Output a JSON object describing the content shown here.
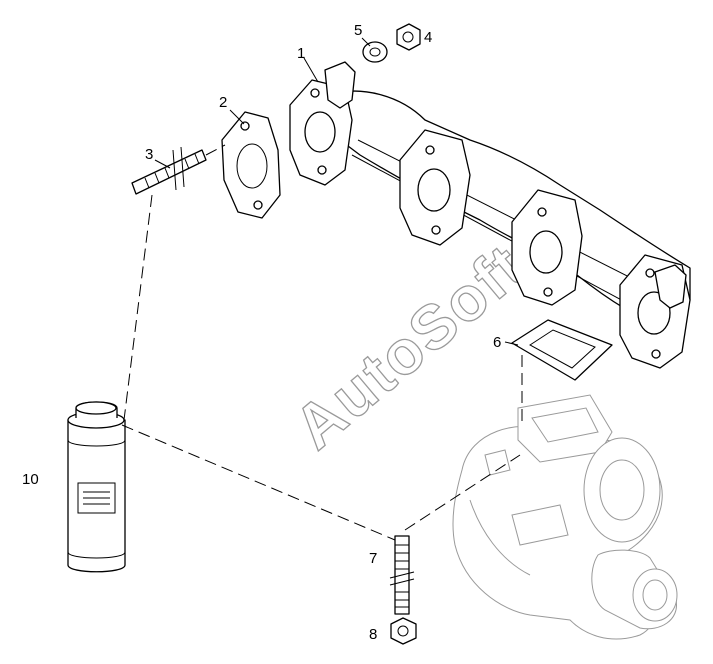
{
  "watermark": "AutoSoft",
  "callouts": [
    "1",
    "2",
    "3",
    "4",
    "5",
    "6",
    "7",
    "8",
    "10"
  ],
  "colors": {
    "line": "#000000",
    "ghost": "#9a9a9a",
    "background": "#ffffff"
  }
}
